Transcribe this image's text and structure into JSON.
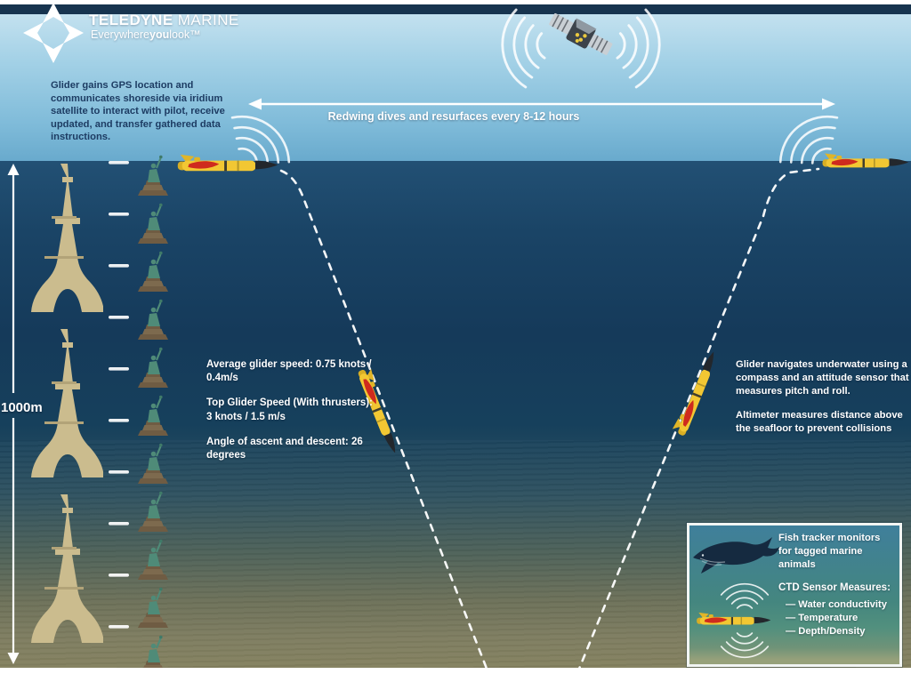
{
  "brand": {
    "company": "TELEDYNE",
    "division": "MARINE",
    "tagline_plain1": "Everywhere",
    "tagline_bold": "you",
    "tagline_plain2": "look™"
  },
  "annotations": {
    "gps_note": "Glider gains GPS location and communicates shoreside via iridium satellite to interact with pilot, receive updated, and transfer gathered data instructions.",
    "dive_cycle": "Redwing dives and resurfaces every 8-12 hours",
    "avg_speed": "Average glider speed: 0.75 knots / 0.4m/s",
    "top_speed": "Top Glider Speed (With thrusters): 3 knots / 1.5 m/s",
    "angle": "Angle of ascent and descent: 26 degrees",
    "navigation": "Glider navigates underwater using a compass and an attitude sensor that measures pitch and roll.",
    "altimeter": "Altimeter measures distance above the seafloor to prevent collisions"
  },
  "scale": {
    "depth_label": "1000m"
  },
  "inset": {
    "fish_tracker": "Fish tracker monitors for tagged marine animals",
    "ctd_title": "CTD Sensor Measures:",
    "ctd_items": [
      "— Water conductivity",
      "— Temperature",
      "— Depth/Density"
    ]
  },
  "icons": {
    "logo": "teledyne-pinwheel",
    "satellite": "gps-satellite",
    "waves": "radio-wave-arcs",
    "glider": "slocum-glider",
    "whale": "humpback-whale",
    "tower": "eiffel-tower",
    "statue": "statue-of-liberty"
  },
  "colors": {
    "top_bar": "#17344f",
    "sky_top": "#c3e1ef",
    "water_deep": "#153a5a",
    "seafloor": "#84815f",
    "glider_yellow": "#f2c733",
    "glider_nose": "#23272c",
    "decal_red": "#cf2b1e",
    "tower_tan": "#cbbc8e",
    "statue_green": "#4f8b78",
    "text_dark": "#1d3c63"
  }
}
